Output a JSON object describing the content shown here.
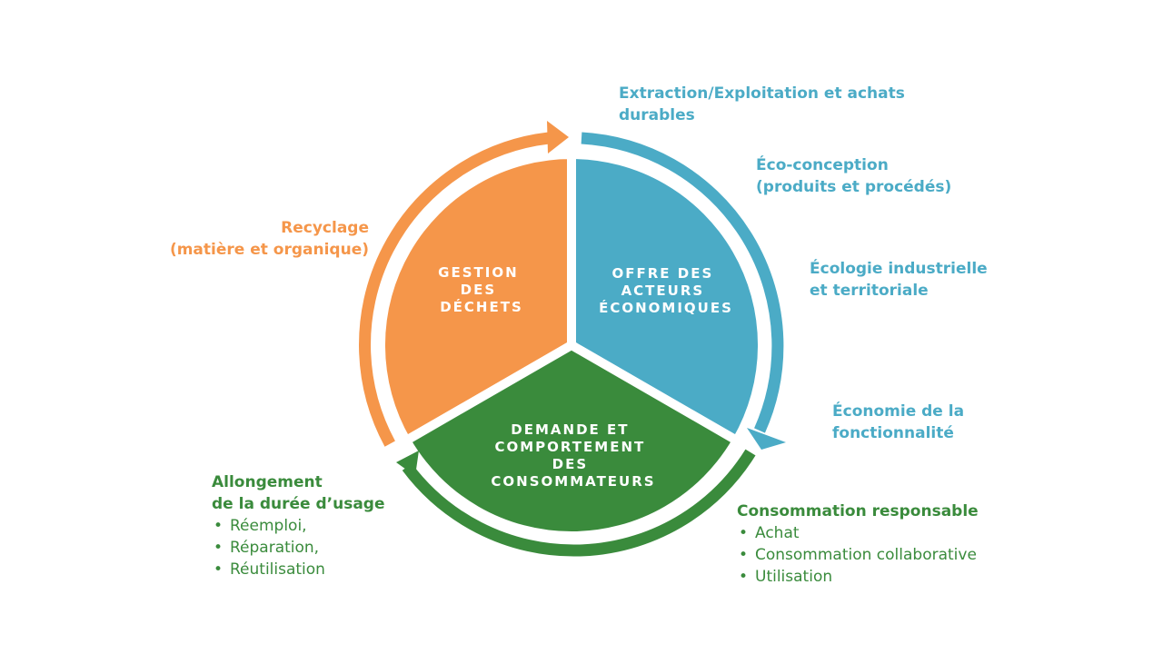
{
  "segments": {
    "gestion": [
      "GESTION",
      "DES",
      "DÉCHETS"
    ],
    "offre": [
      "OFFRE DES",
      "ACTEURS",
      "ÉCONOMIQUES"
    ],
    "demande": [
      "DEMANDE ET",
      "COMPORTEMENT",
      "DES",
      "CONSOMMATEURS"
    ]
  },
  "labels": {
    "extraction": [
      "Extraction/Exploitation et achats",
      "durables"
    ],
    "eco_conception": [
      "Éco-conception",
      "(produits et procédés)"
    ],
    "ecologie": [
      "Écologie industrielle",
      "et territoriale"
    ],
    "economie": [
      "Économie de la",
      "fonctionnalité"
    ],
    "recyclage": [
      "Recyclage",
      "(matière et organique)"
    ],
    "consommation": {
      "title": "Consommation responsable",
      "items": [
        "Achat",
        "Consommation collaborative",
        "Utilisation"
      ]
    },
    "allongement": {
      "title": [
        "Allongement",
        "de la durée d’usage"
      ],
      "items": [
        "Réemploi,",
        "Réparation,",
        "Réutilisation"
      ]
    }
  },
  "colors": {
    "orange": "#F5964A",
    "blue": "#4BABC6",
    "green": "#3A8B3C"
  }
}
